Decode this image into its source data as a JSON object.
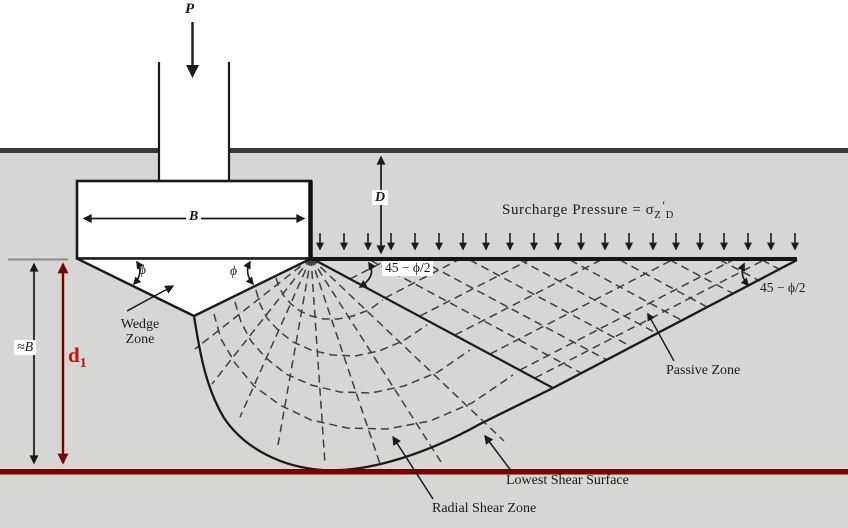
{
  "figure": {
    "load_label": "P",
    "width_label": "B",
    "depth_label": "D",
    "surcharge": {
      "prefix": "Surcharge Pressure = σ",
      "sub1": "Z",
      "prime": "′",
      "sub2": "D"
    },
    "angle_top_label": "45 − ϕ/2",
    "angle_right_label": "45 − ϕ/2",
    "phi_left_label": "ϕ",
    "phi_right_label": "ϕ",
    "zones": {
      "wedge_line1": "Wedge",
      "wedge_line2": "Zone",
      "passive": "Passive Zone",
      "radial": "Radial Shear Zone",
      "lowest_shear": "Lowest Shear Surface"
    },
    "dimensions": {
      "approx_width": "≈B",
      "d1_base": "d",
      "d1_sub": "1"
    },
    "colors": {
      "soil_gray": "#d6d6d4",
      "ink": "#1a1a1a",
      "ground_line": "#3a3a3a",
      "maroon_line": "#7b0000",
      "red_label": "#c41111"
    }
  }
}
